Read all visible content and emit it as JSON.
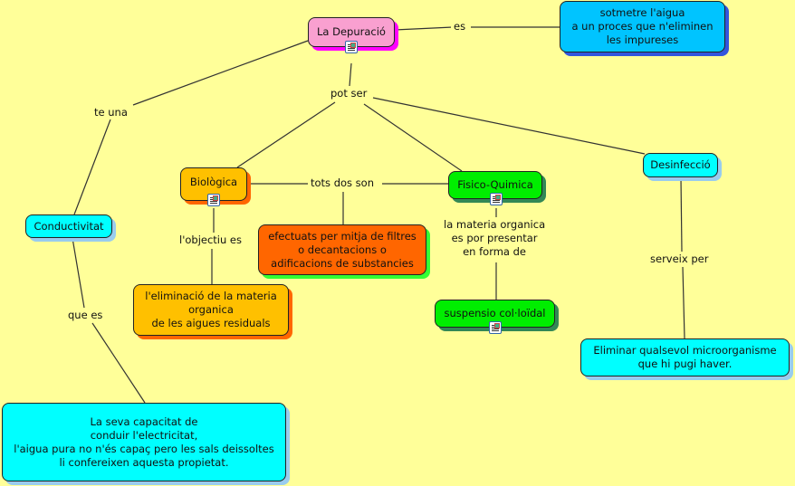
{
  "nodes": {
    "depuracio": "La Depuració",
    "sotmetre": "sotmetre l'aigua\na un proces que n'eliminen\nles impureses",
    "biologica": "Biològica",
    "fisico": "Fisico-Quimica",
    "desinfeccio": "Desinfecció",
    "conductivitat": "Conductivitat",
    "efectuats": "efectuats per mitja de filtres\no decantacions o\nadificacions de substancies",
    "eliminacio": "l'eliminació de la materia\norganica\nde les aigues residuals",
    "suspensio": "suspensio col·loïdal",
    "eliminar": "Eliminar qualsevol microorganisme\nque hi pugi haver.",
    "capacitat": "La seva capacitat de\nconduir l'electricitat,\nl'aigua pura no n'és capaç pero les sals deissoltes\nli confereixen aquesta propietat."
  },
  "links": {
    "es": "es",
    "pot_ser": "pot ser",
    "te_una": "te una",
    "tots_dos_son": "tots dos son",
    "objectiu": "l'objectiu es",
    "materia": "la materia organica\nes por presentar\nen forma de",
    "serveix": "serveix per",
    "que_es": "que es"
  }
}
